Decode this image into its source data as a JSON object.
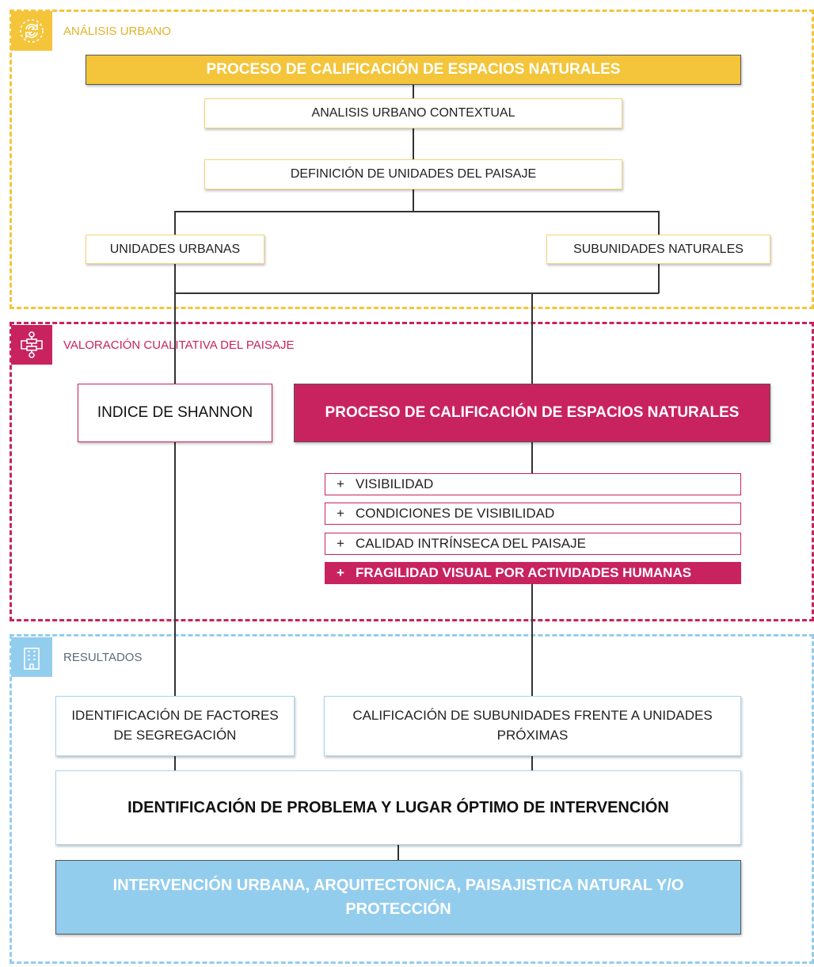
{
  "sections": {
    "analisis": {
      "label": "ANÁLISIS URBANO",
      "color": "#f4c53a",
      "icon": "circular-arrows-icon"
    },
    "valoracion": {
      "label": "VALORACIÓN CUALITATIVA DEL PAISAJE",
      "color": "#c8235f",
      "icon": "flowchart-icon"
    },
    "resultados": {
      "label": "RESULTADOS",
      "color": "#93cdee",
      "icon": "building-icon"
    }
  },
  "nodes": {
    "top_process": "PROCESO DE CALIFICACIÓN DE ESPACIOS NATURALES",
    "contextual": "ANALISIS URBANO CONTEXTUAL",
    "definicion": "DEFINICIÓN DE UNIDADES DEL PAISAJE",
    "unidades_urbanas": "UNIDADES URBANAS",
    "subunidades_naturales": "SUBUNIDADES NATURALES",
    "shannon": "INDICE DE SHANNON",
    "mid_process": "PROCESO DE CALIFICACIÓN DE ESPACIOS NATURALES",
    "factores": "IDENTIFICACIÓN DE FACTORES DE SEGREGACIÓN",
    "calificacion": "CALIFICACIÓN DE SUBUNIDADES FRENTE A UNIDADES PRÓXIMAS",
    "problema": "IDENTIFICACIÓN DE PROBLEMA Y LUGAR ÓPTIMO DE INTERVENCIÓN",
    "intervencion": "INTERVENCIÓN URBANA, ARQUITECTONICA, PAISAJISTICA NATURAL Y/O PROTECCIÓN"
  },
  "criteria": [
    {
      "sign": "+",
      "label": "VISIBILIDAD"
    },
    {
      "sign": "+",
      "label": "CONDICIONES DE VISIBILIDAD"
    },
    {
      "sign": "+",
      "label": "CALIDAD INTRÍNSECA DEL PAISAJE"
    },
    {
      "sign": "+",
      "label": "FRAGILIDAD VISUAL POR ACTIVIDADES HUMANAS"
    }
  ]
}
